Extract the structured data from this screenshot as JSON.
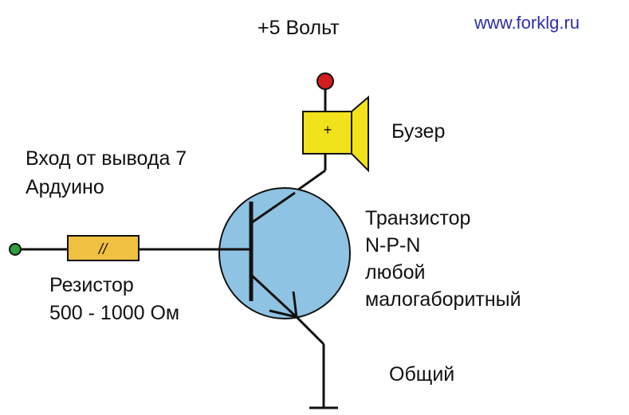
{
  "labels": {
    "supply": "+5 Вольт",
    "website": "www.forklg.ru",
    "buzzer": "Бузер",
    "input_line1": "Вход от вывода 7",
    "input_line2": "Ардуино",
    "transistor_line1": "Транзистор",
    "transistor_line2": "N-P-N",
    "transistor_line3": "любой",
    "transistor_line4": "малогаборитный",
    "resistor_line1": "Резистор",
    "resistor_line2": "500 - 1000 Ом",
    "ground": "Общий",
    "buzzer_polarity": "+",
    "resistor_mark": "//"
  },
  "colors": {
    "wire": "#111111",
    "terminal_supply": "#d21e1e",
    "terminal_input": "#2e9e3e",
    "transistor_fill": "#8fc3e3",
    "buzzer_fill": "#f2e21c",
    "resistor_fill": "#f0c040",
    "url_text": "#2b2fa8"
  }
}
